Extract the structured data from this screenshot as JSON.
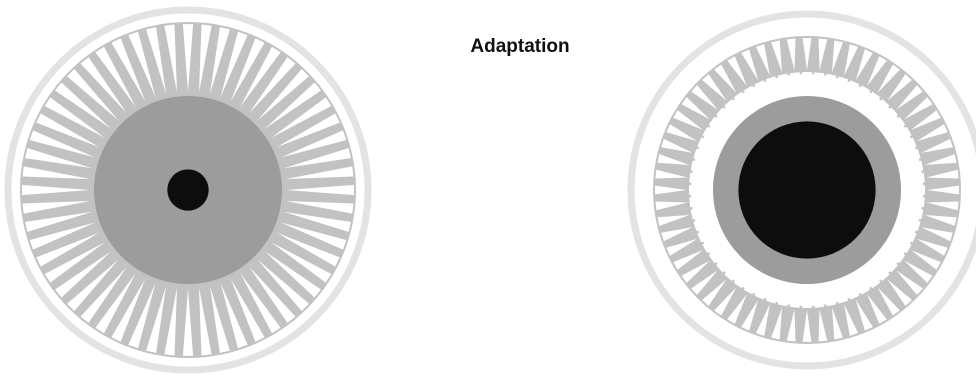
{
  "title": "Adaptation",
  "colors": {
    "background": "#ffffff",
    "outer_ring": "#e3e3e3",
    "rays": "#c2c2c2",
    "iris": "#9c9c9c",
    "pupil": "#0d0d0d",
    "title_text": "#111111"
  },
  "eyes": [
    {
      "name": "eye-left",
      "ray_count": 56,
      "pupil_size": 0.22
    },
    {
      "name": "eye-right",
      "ray_count": 60,
      "pupil_size": 0.73
    }
  ]
}
